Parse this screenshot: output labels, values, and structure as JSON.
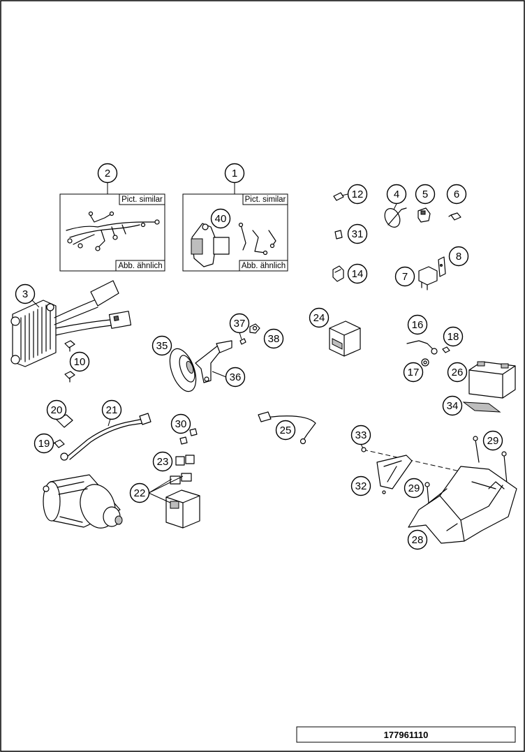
{
  "diagram": {
    "document_number": "177961110",
    "inset_left": {
      "note_top": "Pict. similar",
      "note_bottom": "Abb. ähnlich"
    },
    "inset_right": {
      "note_top": "Pict. similar",
      "note_bottom": "Abb. ähnlich"
    },
    "callouts": [
      {
        "label": "1"
      },
      {
        "label": "2"
      },
      {
        "label": "3"
      },
      {
        "label": "4"
      },
      {
        "label": "5"
      },
      {
        "label": "6"
      },
      {
        "label": "7"
      },
      {
        "label": "8"
      },
      {
        "label": "10"
      },
      {
        "label": "12"
      },
      {
        "label": "14"
      },
      {
        "label": "16"
      },
      {
        "label": "17"
      },
      {
        "label": "18"
      },
      {
        "label": "19"
      },
      {
        "label": "20"
      },
      {
        "label": "21"
      },
      {
        "label": "22"
      },
      {
        "label": "23"
      },
      {
        "label": "24"
      },
      {
        "label": "25"
      },
      {
        "label": "26"
      },
      {
        "label": "28"
      },
      {
        "label": "29"
      },
      {
        "label": "29"
      },
      {
        "label": "30"
      },
      {
        "label": "31"
      },
      {
        "label": "32"
      },
      {
        "label": "33"
      },
      {
        "label": "34"
      },
      {
        "label": "35"
      },
      {
        "label": "36"
      },
      {
        "label": "37"
      },
      {
        "label": "38"
      },
      {
        "label": "40"
      }
    ]
  }
}
